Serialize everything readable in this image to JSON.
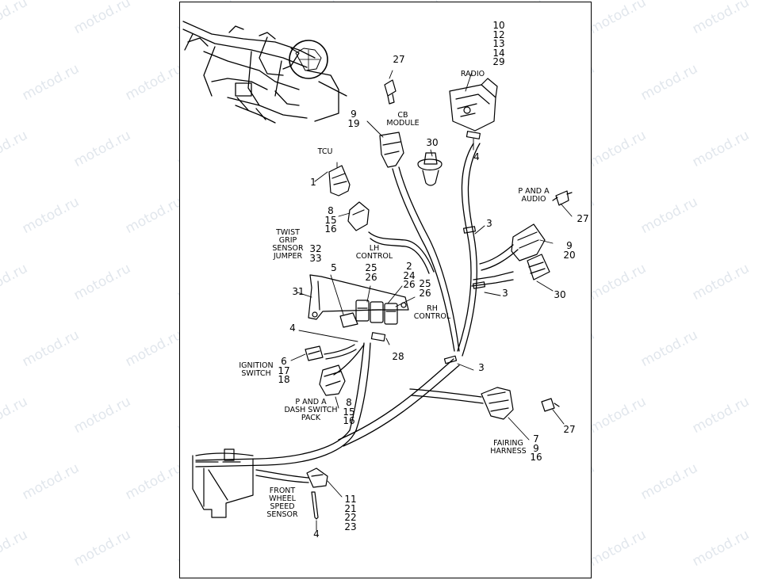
{
  "watermark": "motod.ru",
  "labels": {
    "tcu": "TCU",
    "cb_module": "CB\nMODULE",
    "radio": "RADIO",
    "p_a_audio": "P AND A\nAUDIO",
    "twist_grip": "TWIST\nGRIP\nSENSOR\nJUMPER",
    "lh_control": "LH\nCONTROL",
    "rh_control": "RH\nCONTROL",
    "ignition_switch": "IGNITION\nSWITCH",
    "p_a_dash": "P AND A\nDASH SWITCH\nPACK",
    "fairing_harness": "FAIRING\nHARNESS",
    "front_wheel": "FRONT\nWHEEL\nSPEED\nSENSOR"
  },
  "callouts": {
    "c27_top": "27",
    "c_radio": "10\n12\n13\n14\n29",
    "c_cb": "9\n19",
    "c30_top": "30",
    "c4_radio": "4",
    "c1": "1",
    "c8_15_16": "8\n15\n16",
    "c3_upper": "3",
    "c27_audio": "27",
    "c9_20": "9\n20",
    "c32_33": "32\n33",
    "c5": "5",
    "c25_26_lh": "25\n26",
    "c2_24_26": "2\n24\n26",
    "c25_26_rh": "25\n26",
    "c3_mid": "3",
    "c30_right": "30",
    "c31": "31",
    "c4_left": "4",
    "c28": "28",
    "c3_lower": "3",
    "c6_17_18": "6\n17\n18",
    "c8_15_16_dash": "8\n15\n16",
    "c27_fairing": "27",
    "c7_9_16": "7\n9\n16",
    "c11_21_22_23": "11\n21\n22\n23",
    "c4_bottom": "4"
  }
}
